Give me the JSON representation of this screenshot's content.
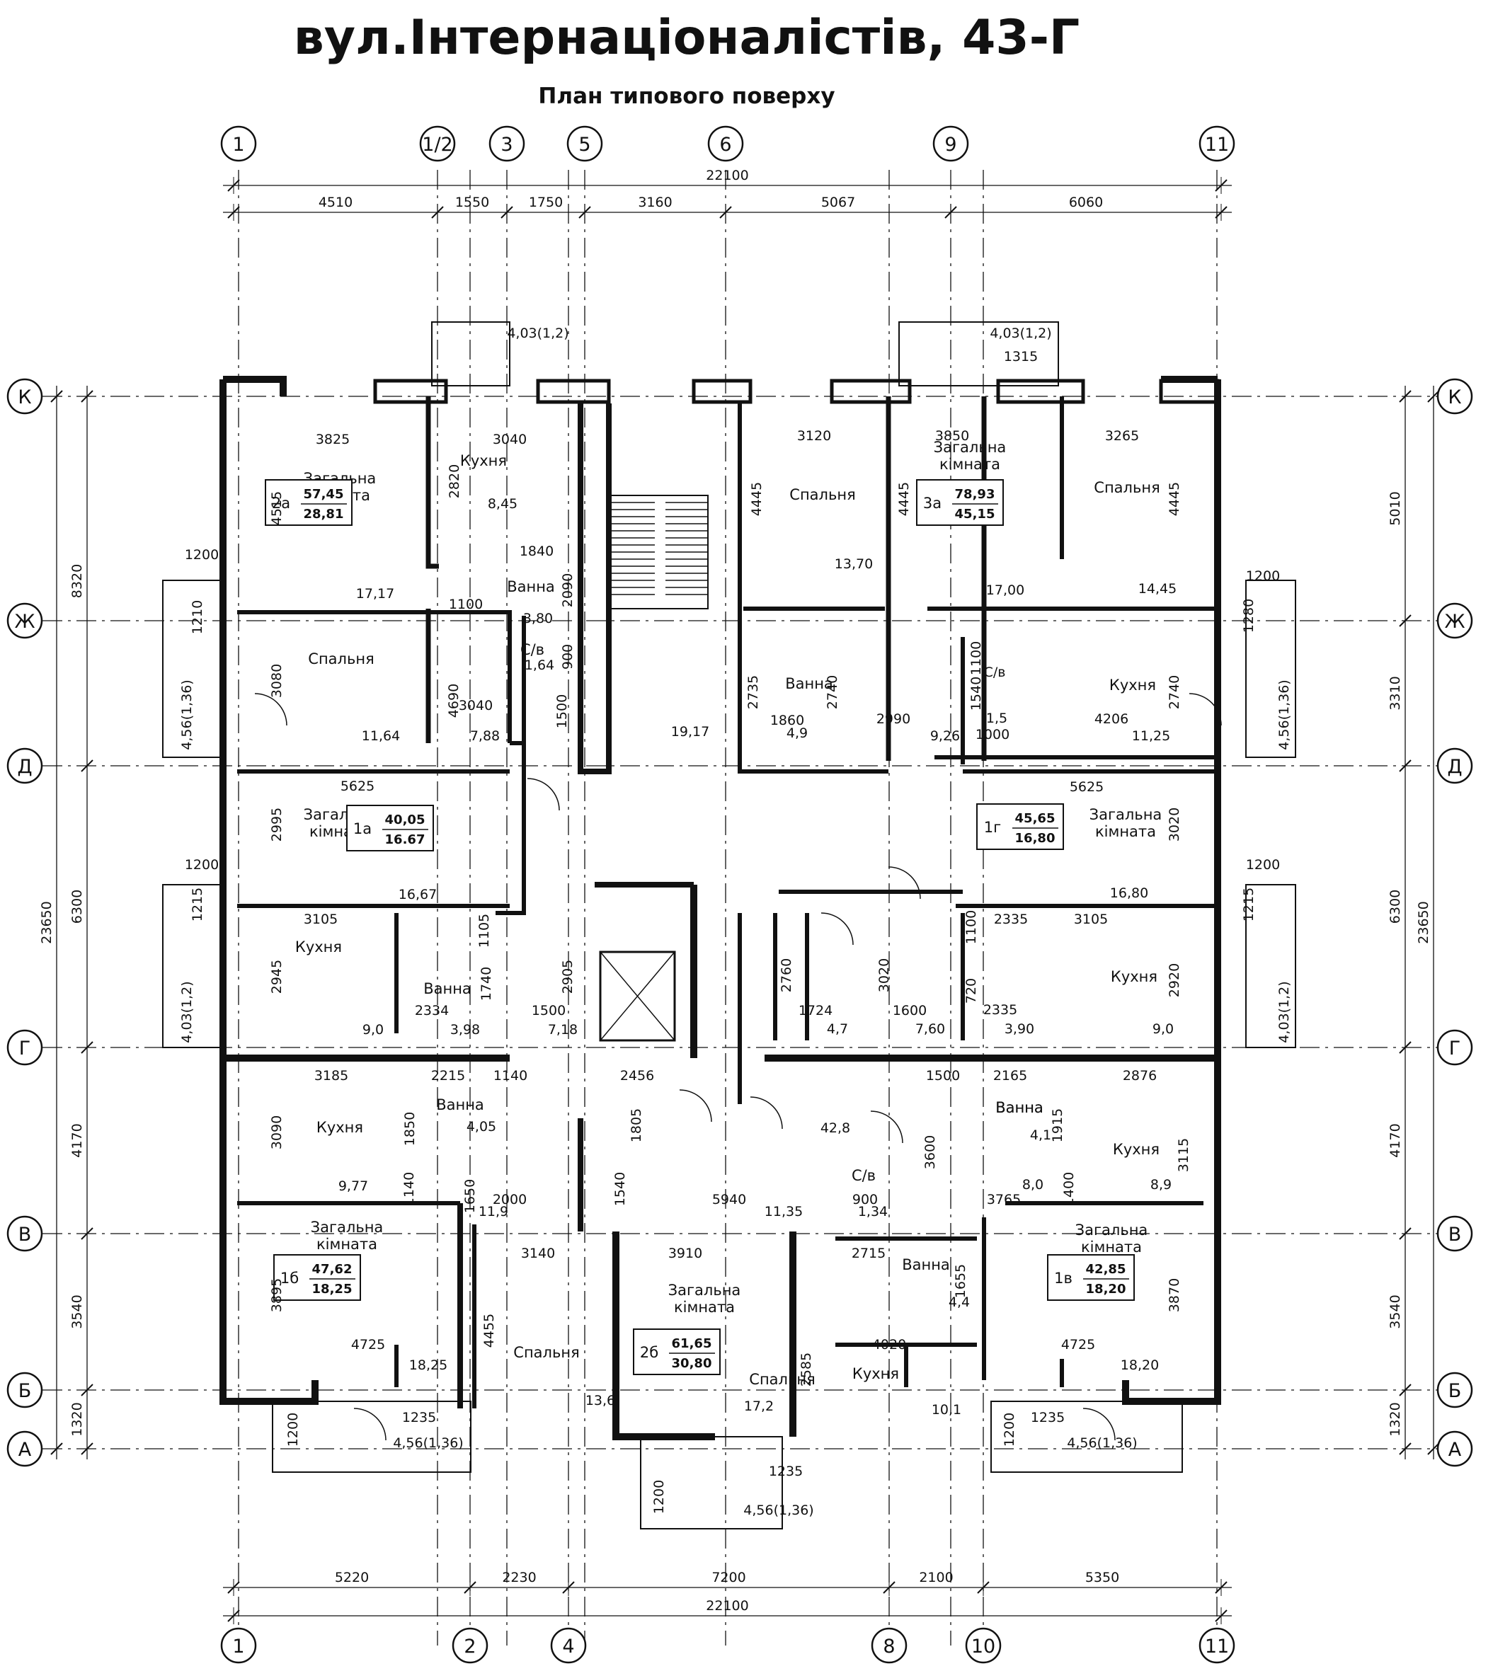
{
  "title": "вул.Інтернаціоналістів, 43-Г",
  "subtitle": "План типового поверху",
  "axes_top": [
    "1",
    "1/2",
    "3",
    "5",
    "6",
    "9",
    "11"
  ],
  "axes_bottom": [
    "1",
    "2",
    "4",
    "8",
    "10",
    "11"
  ],
  "axes_rows": [
    "К",
    "Ж",
    "Д",
    "Г",
    "В",
    "Б",
    "А"
  ],
  "dims_top_total": "22100",
  "dims_top": [
    "4510",
    "1550",
    "1750",
    "3160",
    "5067",
    "6060"
  ],
  "dims_bottom_total": "22100",
  "dims_bottom": [
    "5220",
    "2230",
    "7200",
    "2100",
    "5350"
  ],
  "dims_left_total": "23650",
  "dims_left": [
    "8320",
    "6300",
    "4170",
    "3540",
    "1320"
  ],
  "dims_right_total": "23650",
  "dims_right": [
    "5010",
    "3310",
    "6300",
    "4170",
    "3540",
    "1320"
  ],
  "rooms": [
    {
      "name": "Загальна\nкімната"
    },
    {
      "name": "Кухня"
    },
    {
      "name": "Ванна"
    },
    {
      "name": "С/в"
    },
    {
      "name": "Спальня"
    },
    {
      "name": "Спальня"
    },
    {
      "name": "Спальня"
    },
    {
      "name": "Загальна\nкімната"
    },
    {
      "name": "Спальня"
    },
    {
      "name": "Ванна"
    },
    {
      "name": "Кухня"
    },
    {
      "name": "Загальна\nкімната"
    },
    {
      "name": "Загальна\nкімната"
    },
    {
      "name": "Кухня"
    },
    {
      "name": "Ванна"
    },
    {
      "name": "Ванна"
    },
    {
      "name": "Кухня"
    },
    {
      "name": "Кухня"
    },
    {
      "name": "Ванна"
    },
    {
      "name": "Ванна"
    },
    {
      "name": "Кухня"
    },
    {
      "name": "Загальна\nкімната"
    },
    {
      "name": "Спальня"
    },
    {
      "name": "Загальна\nкімната"
    },
    {
      "name": "С/в"
    },
    {
      "name": "Ванна"
    },
    {
      "name": "Кухня"
    },
    {
      "name": "Загальна\nкімната"
    }
  ],
  "apartments": [
    {
      "id": "2а",
      "total": "57,45",
      "living": "28,81"
    },
    {
      "id": "3а",
      "total": "78,93",
      "living": "45,15"
    },
    {
      "id": "1а",
      "total": "40,05",
      "living": "16.67"
    },
    {
      "id": "1г",
      "total": "45,65",
      "living": "16,80"
    },
    {
      "id": "1б",
      "total": "47,62",
      "living": "18,25"
    },
    {
      "id": "2б",
      "total": "61,65",
      "living": "30,80"
    },
    {
      "id": "1в",
      "total": "42,85",
      "living": "18,20"
    }
  ],
  "annotations": [
    "4,03(1,2)",
    "4,03(1,2)",
    "1315",
    "3825",
    "3040",
    "3120",
    "3850",
    "3265",
    "4515",
    "2820",
    "4445",
    "4445",
    "4445",
    "8,45",
    "1840",
    "2090",
    "1100",
    "3,80",
    "900",
    "1,64",
    "17,17",
    "13,70",
    "17,00",
    "14,45",
    "1200",
    "1210",
    "3080",
    "4690",
    "1500",
    "3040",
    "11,64",
    "7,88",
    "19,17",
    "2735",
    "1860",
    "4,9",
    "2740",
    "2990",
    "9,26",
    "1100",
    "1540",
    "С/в",
    "1,5",
    "1000",
    "4206",
    "11,25",
    "2740",
    "1200",
    "1280",
    "4,56(1,36)",
    "4,56(1,36)",
    "5625",
    "2995",
    "16,67",
    "5625",
    "3020",
    "16,80",
    "1200",
    "1215",
    "3105",
    "2945",
    "1105",
    "1740",
    "2334",
    "9,0",
    "3,98",
    "1500",
    "7,18",
    "2905",
    "2760",
    "1724",
    "4,7",
    "3020",
    "1600",
    "7,60",
    "1100",
    "2335",
    "3105",
    "720",
    "2335",
    "3,90",
    "9,0",
    "2920",
    "1200",
    "1215",
    "4,03(1,2)",
    "4,03(1,2)",
    "3185",
    "2215",
    "1140",
    "2456",
    "1850",
    "4,05",
    "3090",
    "1805",
    "1500",
    "2165",
    "2876",
    "1915",
    "3600",
    "3115",
    "4,1",
    "42,8",
    "9,77",
    "1140",
    "1650",
    "2000",
    "1540",
    "5940",
    "11,9",
    "11,35",
    "900",
    "1,34",
    "3765",
    "8,0",
    "1400",
    "8,9",
    "3140",
    "3910",
    "2715",
    "1655",
    "4,4",
    "3895",
    "4455",
    "3870",
    "4725",
    "18,25",
    "4020",
    "4725",
    "18,20",
    "2585",
    "13,6",
    "17,2",
    "10,1",
    "1235",
    "1235",
    "1200",
    "4,56(1,36)",
    "1200",
    "4,56(1,36)",
    "1200",
    "1235",
    "4,56(1,36)"
  ]
}
